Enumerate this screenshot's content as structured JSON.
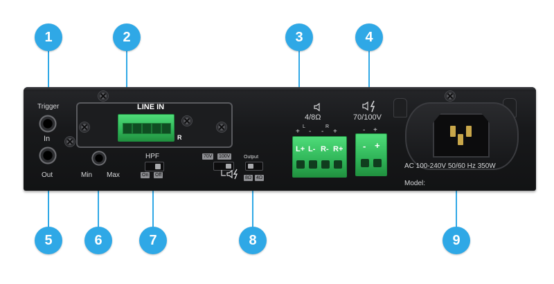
{
  "callouts": [
    "1",
    "2",
    "3",
    "4",
    "5",
    "6",
    "7",
    "8",
    "9"
  ],
  "labels": {
    "trigger": "Trigger",
    "in": "In",
    "out": "Out",
    "line_in": "LINE IN",
    "line_in_r": "R",
    "min": "Min",
    "max": "Max",
    "hpf": "HPF",
    "hpf_on": "On",
    "hpf_off": "Off",
    "v70": "70V",
    "v100": "100V",
    "output": "Output",
    "ohm8": "8Ω",
    "ohm4": "4Ω",
    "impedance": "4/8Ω",
    "speaker_l_bracket": "L",
    "speaker_r_bracket": "R",
    "term_plus": "+",
    "term_minus": "-",
    "term_lp": "L+",
    "term_lm": "L-",
    "term_rm": "R-",
    "term_rp": "R+",
    "voltage": "70/100V",
    "v_minus": "-",
    "v_plus": "+",
    "power": "AC 100-240V 50/60 Hz 350W",
    "model": "Model:"
  },
  "colors": {
    "callout": "#2fa8e6",
    "panel": "#18191b",
    "terminal": "#2fb458",
    "label": "#d7d8da"
  },
  "icons": [
    "speaker-icon",
    "lightning-icon",
    "screw-icon",
    "jack-icon"
  ]
}
